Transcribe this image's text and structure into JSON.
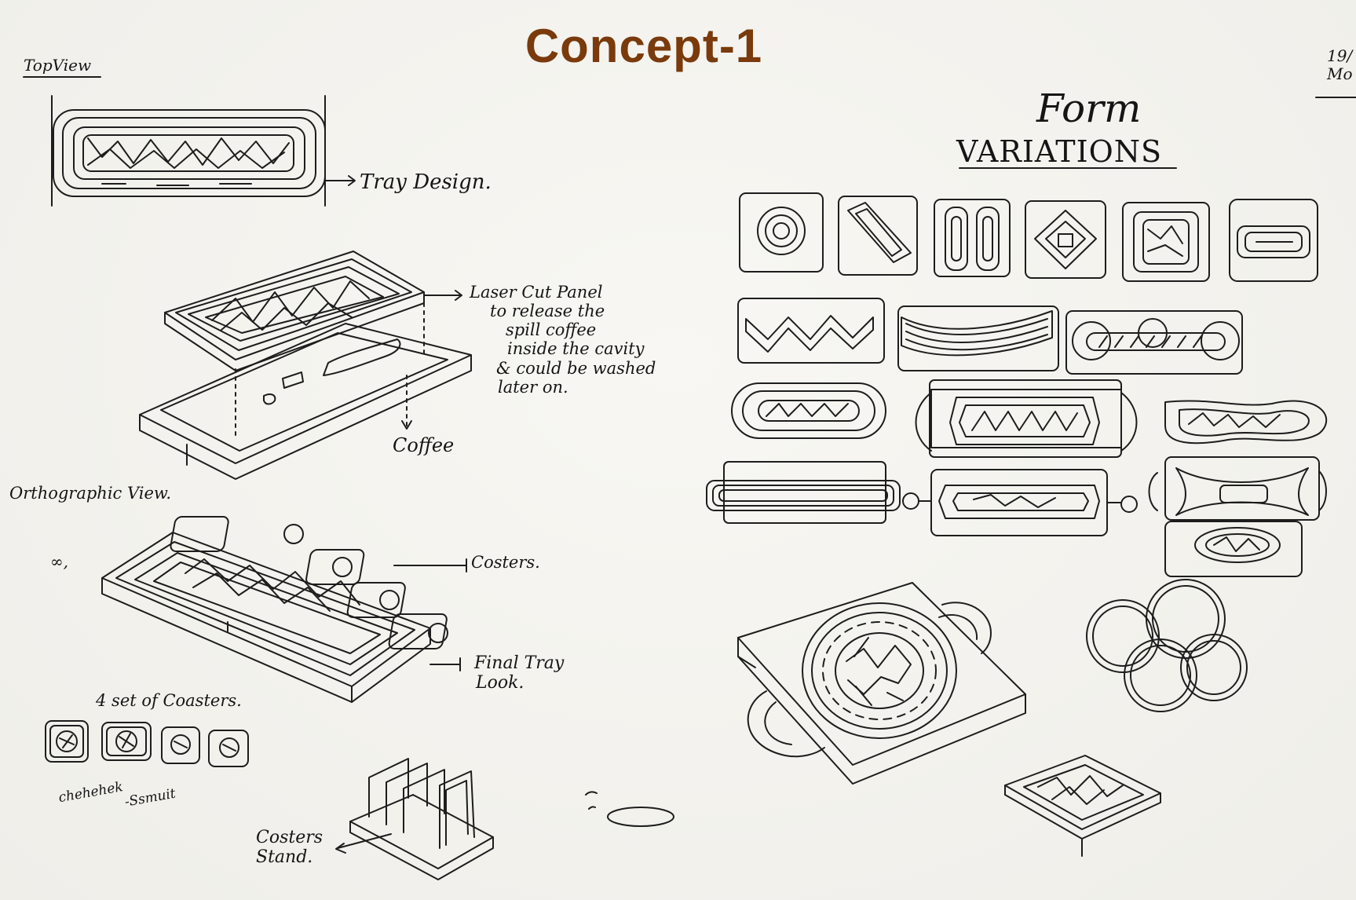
{
  "title": "Concept-1",
  "labels": {
    "top_view": "TopView",
    "tray_design": "Tray Design.",
    "laser_cut": [
      "Laser Cut Panel",
      "to release the",
      "spill coffee",
      "inside the cavity",
      "& could be washed",
      "later on."
    ],
    "coffee": "Coffee",
    "orthographic_view": "Orthographic View.",
    "coasters": "Costers.",
    "final_tray": [
      "Final Tray",
      "Look."
    ],
    "coaster_set": "4 set of Coasters.",
    "coasters_stand": [
      "Costers",
      "Stand."
    ],
    "form_variations": [
      "Form",
      "VARIATIONS"
    ],
    "date_corner": [
      "19/",
      "Mo"
    ],
    "infinity_mark": "∞,",
    "signature": [
      "chehehek",
      "-Ssmuit"
    ]
  },
  "colors": {
    "title": "#7a3a0c",
    "ink": "#151515",
    "paper": "#f4f3ef"
  }
}
